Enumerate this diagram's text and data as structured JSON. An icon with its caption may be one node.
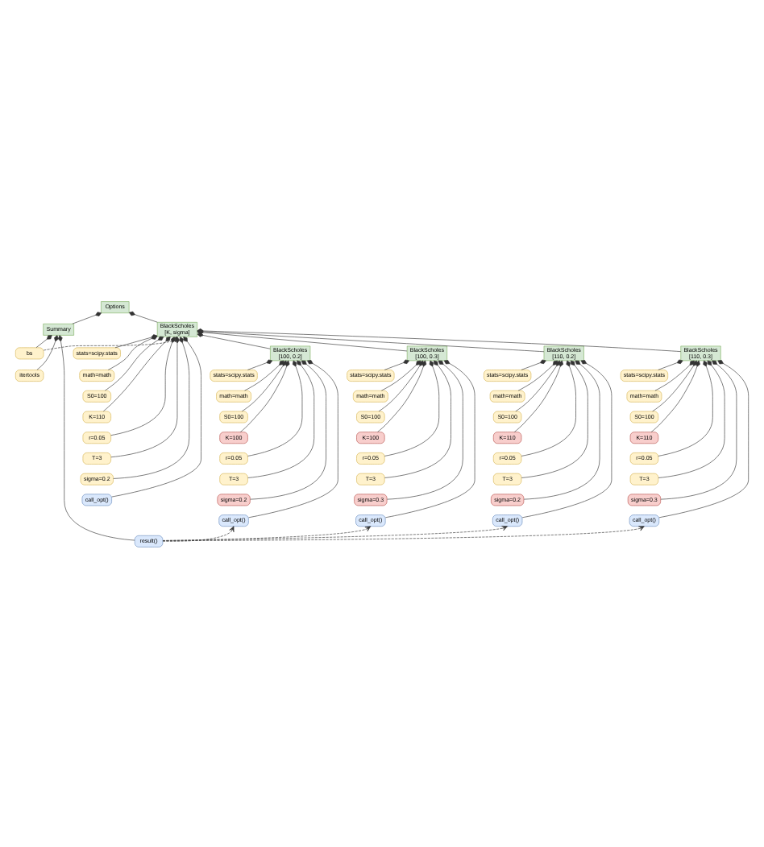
{
  "diagram": {
    "nodes": [
      {
        "text": [
          "Options"
        ]
      },
      {
        "text": [
          "Summary"
        ]
      },
      {
        "text": [
          "BlackScholes [K, sigma]"
        ]
      },
      {
        "text": [
          "stats=scipy.stats"
        ]
      },
      {
        "text": [
          "math=math"
        ]
      },
      {
        "text": [
          "S0=100"
        ]
      },
      {
        "text": [
          "K=110"
        ]
      },
      {
        "text": [
          "r=0.05"
        ]
      },
      {
        "text": [
          "T=3"
        ]
      },
      {
        "text": [
          "sigma=0.2"
        ]
      },
      {
        "text": [
          "call_opt()"
        ]
      },
      {
        "text": [
          "bs"
        ]
      },
      {
        "text": [
          "itertools"
        ]
      },
      {
        "text": [
          "BlackScholes [100, 0.2]"
        ]
      },
      {
        "text": [
          "BlackScholes [100, 0.3]"
        ]
      },
      {
        "text": [
          "BlackScholes [110, 0.2]"
        ]
      },
      {
        "text": [
          "BlackScholes [110, 0.3]"
        ]
      },
      {
        "text": [
          "stats=scipy.stats"
        ]
      },
      {
        "text": [
          "math=math"
        ]
      },
      {
        "text": [
          "S0=100"
        ]
      },
      {
        "text": [
          "K=100"
        ]
      },
      {
        "text": [
          "r=0.05"
        ]
      },
      {
        "text": [
          "T=3"
        ]
      },
      {
        "text": [
          "sigma=0.2"
        ]
      },
      {
        "text": [
          "call_opt()"
        ]
      },
      {
        "text": [
          "stats=scipy.stats"
        ]
      },
      {
        "text": [
          "math=math"
        ]
      },
      {
        "text": [
          "S0=100"
        ]
      },
      {
        "text": [
          "K=100"
        ]
      },
      {
        "text": [
          "r=0.05"
        ]
      },
      {
        "text": [
          "T=3"
        ]
      },
      {
        "text": [
          "sigma=0.3"
        ]
      },
      {
        "text": [
          "call_opt()"
        ]
      },
      {
        "text": [
          "stats=scipy.stats"
        ]
      },
      {
        "text": [
          "math=math"
        ]
      },
      {
        "text": [
          "S0=100"
        ]
      },
      {
        "text": [
          "K=110"
        ]
      },
      {
        "text": [
          "r=0.05"
        ]
      },
      {
        "text": [
          "T=3"
        ]
      },
      {
        "text": [
          "sigma=0.2"
        ]
      },
      {
        "text": [
          "call_opt()"
        ]
      },
      {
        "text": [
          "stats=scipy.stats"
        ]
      },
      {
        "text": [
          "math=math"
        ]
      },
      {
        "text": [
          "S0=100"
        ]
      },
      {
        "text": [
          "K=110"
        ]
      },
      {
        "text": [
          "r=0.05"
        ]
      },
      {
        "text": [
          "T=3"
        ]
      },
      {
        "text": [
          "sigma=0.3"
        ]
      },
      {
        "text": [
          "call_opt()"
        ]
      },
      {
        "text": [
          "result()"
        ]
      }
    ],
    "edges": [
      {
        "from": 0,
        "to": 1,
        "arrow": "other"
      },
      {
        "from": 0,
        "to": 2,
        "arrow": "other"
      },
      {
        "from": 2,
        "to": 3,
        "arrow": "other"
      },
      {
        "from": 2,
        "to": 4,
        "arrow": "other"
      },
      {
        "from": 2,
        "to": 5,
        "arrow": "other"
      },
      {
        "from": 2,
        "to": 6,
        "arrow": "other"
      },
      {
        "from": 2,
        "to": 7,
        "arrow": "other"
      },
      {
        "from": 2,
        "to": 8,
        "arrow": "other"
      },
      {
        "from": 2,
        "to": 9,
        "arrow": "other"
      },
      {
        "from": 2,
        "to": 10,
        "arrow": "other"
      },
      {
        "from": 1,
        "to": 11,
        "arrow": "other"
      },
      {
        "from": 1,
        "to": 12,
        "arrow": "other"
      },
      {
        "from": 1,
        "to": 49,
        "arrow": "other"
      },
      {
        "from": 11,
        "to": 2,
        "arrow": "to",
        "style": "dashed"
      },
      {
        "from": 2,
        "to": 13,
        "arrow": "other"
      },
      {
        "from": 2,
        "to": 14,
        "arrow": "other"
      },
      {
        "from": 2,
        "to": 15,
        "arrow": "other"
      },
      {
        "from": 2,
        "to": 16,
        "arrow": "other"
      },
      {
        "from": 13,
        "to": 17,
        "arrow": "other"
      },
      {
        "from": 13,
        "to": 18,
        "arrow": "other"
      },
      {
        "from": 13,
        "to": 19,
        "arrow": "other"
      },
      {
        "from": 13,
        "to": 20,
        "arrow": "other"
      },
      {
        "from": 13,
        "to": 21,
        "arrow": "other"
      },
      {
        "from": 13,
        "to": 22,
        "arrow": "other"
      },
      {
        "from": 13,
        "to": 23,
        "arrow": "other"
      },
      {
        "from": 13,
        "to": 24,
        "arrow": "other"
      },
      {
        "from": 14,
        "to": 25,
        "arrow": "other"
      },
      {
        "from": 14,
        "to": 26,
        "arrow": "other"
      },
      {
        "from": 14,
        "to": 27,
        "arrow": "other"
      },
      {
        "from": 14,
        "to": 28,
        "arrow": "other"
      },
      {
        "from": 14,
        "to": 29,
        "arrow": "other"
      },
      {
        "from": 14,
        "to": 30,
        "arrow": "other"
      },
      {
        "from": 14,
        "to": 31,
        "arrow": "other"
      },
      {
        "from": 14,
        "to": 32,
        "arrow": "other"
      },
      {
        "from": 15,
        "to": 33,
        "arrow": "other"
      },
      {
        "from": 15,
        "to": 34,
        "arrow": "other"
      },
      {
        "from": 15,
        "to": 35,
        "arrow": "other"
      },
      {
        "from": 15,
        "to": 36,
        "arrow": "other"
      },
      {
        "from": 15,
        "to": 37,
        "arrow": "other"
      },
      {
        "from": 15,
        "to": 38,
        "arrow": "other"
      },
      {
        "from": 15,
        "to": 39,
        "arrow": "other"
      },
      {
        "from": 15,
        "to": 40,
        "arrow": "other"
      },
      {
        "from": 16,
        "to": 41,
        "arrow": "other"
      },
      {
        "from": 16,
        "to": 42,
        "arrow": "other"
      },
      {
        "from": 16,
        "to": 43,
        "arrow": "other"
      },
      {
        "from": 16,
        "to": 44,
        "arrow": "other"
      },
      {
        "from": 16,
        "to": 45,
        "arrow": "other"
      },
      {
        "from": 16,
        "to": 46,
        "arrow": "other"
      },
      {
        "from": 16,
        "to": 47,
        "arrow": "other"
      },
      {
        "from": 16,
        "to": 48,
        "arrow": "other"
      },
      {
        "from": 49,
        "to": 24,
        "arrow": "to",
        "style": "dashed"
      },
      {
        "from": 49,
        "to": 32,
        "arrow": "to",
        "style": "dashed"
      },
      {
        "from": 49,
        "to": 40,
        "arrow": "to",
        "style": "dashed"
      },
      {
        "from": 49,
        "to": 48,
        "arrow": "to",
        "style": "dashed"
      }
    ]
  }
}
